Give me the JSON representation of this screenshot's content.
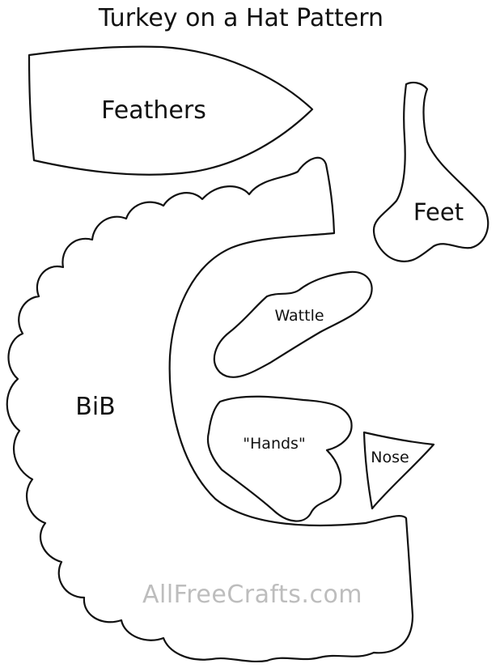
{
  "title": "Turkey on a Hat Pattern",
  "pieces": {
    "feathers": "Feathers",
    "feet": "Feet",
    "wattle": "Wattle",
    "hands": "\"Hands\"",
    "nose": "Nose",
    "bib": "BiB"
  },
  "watermark": "AllFreeCrafts.com",
  "colors": {
    "ink": "#111111",
    "watermark": "#bdbdbd",
    "paper": "#ffffff"
  }
}
